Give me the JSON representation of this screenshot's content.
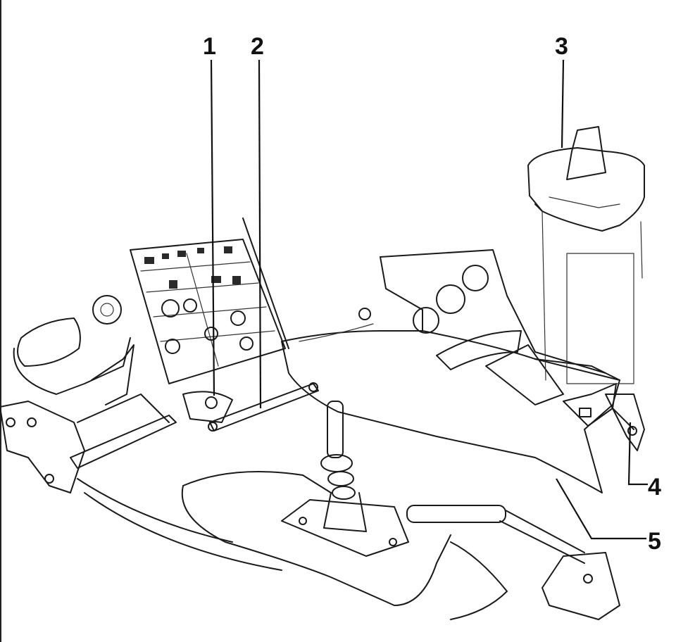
{
  "callouts": [
    {
      "id": "1",
      "label": "1"
    },
    {
      "id": "2",
      "label": "2"
    },
    {
      "id": "3",
      "label": "3"
    },
    {
      "id": "4",
      "label": "4"
    },
    {
      "id": "5",
      "label": "5"
    }
  ],
  "colors": {
    "ink": "#1a1a1a",
    "paper": "#ffffff"
  }
}
